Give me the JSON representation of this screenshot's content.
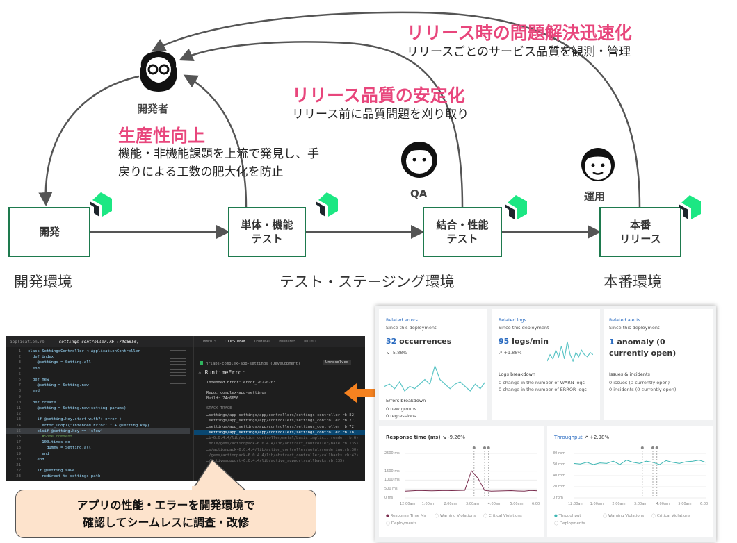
{
  "diagram": {
    "goals": [
      {
        "title": "リリース時の問題解決迅速化",
        "desc": "リリースごとのサービス品質を観測・管理"
      },
      {
        "title": "リリース品質の安定化",
        "desc": "リリース前に品質問題を刈り取り"
      },
      {
        "title": "生産性向上",
        "desc_line1": "機能・非機能課題を上流で発見し、手",
        "desc_line2": "戻りによる工数の肥大化を防止"
      }
    ],
    "roles": {
      "developer": "開発者",
      "qa": "QA",
      "ops": "運用"
    },
    "stages": [
      "開発",
      "単体・機能\nテスト",
      "結合・性能\nテスト",
      "本番\nリリース"
    ],
    "environments": [
      "開発環境",
      "テスト・ステージング環境",
      "本番環境"
    ],
    "accent_color": "#e8467c",
    "box_color": "#1e7a4e",
    "logo_color": "#1ce783"
  },
  "ide": {
    "tabs": [
      "application.rb",
      "settings_controller.rb (74c6656)"
    ],
    "code": [
      "class SettingsController < ApplicationController",
      "  def index",
      "    @settings = Setting.all",
      "  end",
      "",
      "  def new",
      "    @setting = Setting.new",
      "  end",
      "",
      "  def create",
      "    @setting = Setting.new(setting_params)",
      "",
      "    if @setting.key.start_with?('error')",
      "      error_loop1(\"Intended Error: \" + @setting.key)",
      "    elsif @setting.key == 'slow'",
      "      #Some comment...",
      "      100.times do",
      "        dummy = Setting.all",
      "      end",
      "    end",
      "",
      "    if @setting.save",
      "      redirect_to settings_path"
    ],
    "panel_tabs": [
      "COMMENTS",
      "CODESTREAM",
      "TERMINAL",
      "PROBLEMS",
      "OUTPUT"
    ],
    "entity": "nrlabs-complex-app-settings (Development)",
    "status": "Unresolved",
    "error_title": "RuntimeError",
    "error_msg": "Intended Error: error_20220203",
    "repo": "Repo: complex-app-settings",
    "build": "Build: 74c6656",
    "stack_label": "STACK TRACE",
    "stack": [
      "…settings/app_settings/app/controllers/settings_controller.rb:82)",
      "…settings/app_settings/app/controllers/settings_controller.rb:77)",
      "…settings/app_settings/app/controllers/settings_controller.rb:72)",
      "…settings/app_settings/app/controllers/settings_controller.rb:18)",
      "…b-6.0.4.4/lib/action_controller/metal/basic_implicit_render.rb:6)",
      "…ndle/gems/actionpack-6.0.4.4/lib/abstract_controller/base.rb:135)",
      "…s/actionpack-6.0.4.4/lib/action_controller/metal/rendering.rb:30)",
      "…/gems/actionpack-6.0.4.4/lib/abstract_controller/callbacks.rb:42)",
      "…/activesupport-6.0.4.4/lib/active_support/callbacks.rb:135)"
    ]
  },
  "callout": {
    "line1": "アプリの性能・エラーを開発環境で",
    "line2": "確認してシームレスに調査・改修"
  },
  "dashboard": {
    "errors": {
      "title": "Related errors",
      "since": "Since this deployment",
      "value": "32",
      "unit": " occurrences",
      "change": "-5.88%",
      "breakdown": "Errors breakdown",
      "items": [
        "0  new groups",
        "0  regressions"
      ],
      "spark": [
        5,
        6,
        4,
        7,
        3,
        5,
        4,
        6,
        8,
        6,
        14,
        8,
        6,
        4,
        6,
        7,
        5,
        3,
        6,
        4,
        7
      ]
    },
    "logs": {
      "title": "Related logs",
      "since": "Since this deployment",
      "value": "95",
      "unit": " logs/min",
      "change": "+1.88%",
      "breakdown": "Logs breakdown",
      "items": [
        "0 change in the number of WARN logs",
        "0 change in the number of ERROR logs"
      ],
      "spark": [
        3,
        6,
        4,
        8,
        5,
        10,
        4,
        12,
        6,
        3,
        7,
        5,
        8,
        6,
        5,
        7,
        6
      ]
    },
    "alerts": {
      "title": "Related alerts",
      "since": "Since this deployment",
      "value": "1",
      "unit": " anomaly (0 currently open)",
      "breakdown": "Issues & incidents",
      "items": [
        "0  issues (0 currently open)",
        "0  incidents (0 currently open)"
      ]
    },
    "response": {
      "title": "Response time (ms)",
      "change": "-9.26%",
      "yticks": [
        "2500 ms",
        "1500 ms",
        "1000 ms",
        "500 ms",
        "0 ms"
      ],
      "xticks": [
        "12:00am",
        "1:00am",
        "2:00am",
        "3:00am",
        "4:00am",
        "5:00am",
        "6:00"
      ],
      "legend": [
        "Response Time Ms",
        "Warning Violations",
        "Critical Violations",
        "Deployments"
      ],
      "values": [
        380,
        400,
        420,
        410,
        400,
        410,
        420,
        410,
        420,
        430,
        1520,
        1100,
        420,
        380,
        390,
        400,
        410,
        390,
        380,
        420,
        400
      ]
    },
    "throughput": {
      "title": "Throughput",
      "change": "+2.98%",
      "yticks": [
        "80 rpm",
        "60 rpm",
        "40 rpm",
        "20 rpm",
        "0 rpm"
      ],
      "xticks": [
        "12:00am",
        "1:00am",
        "2:00am",
        "3:00am",
        "4:00am",
        "5:00am",
        "6:00"
      ],
      "legend": [
        "Throughput",
        "Warning Violations",
        "Critical Violations",
        "Deployments"
      ],
      "values": [
        62,
        61,
        64,
        60,
        63,
        62,
        66,
        60,
        68,
        64,
        62,
        66,
        64,
        60,
        67,
        64,
        62,
        65,
        66,
        68,
        64
      ]
    }
  }
}
